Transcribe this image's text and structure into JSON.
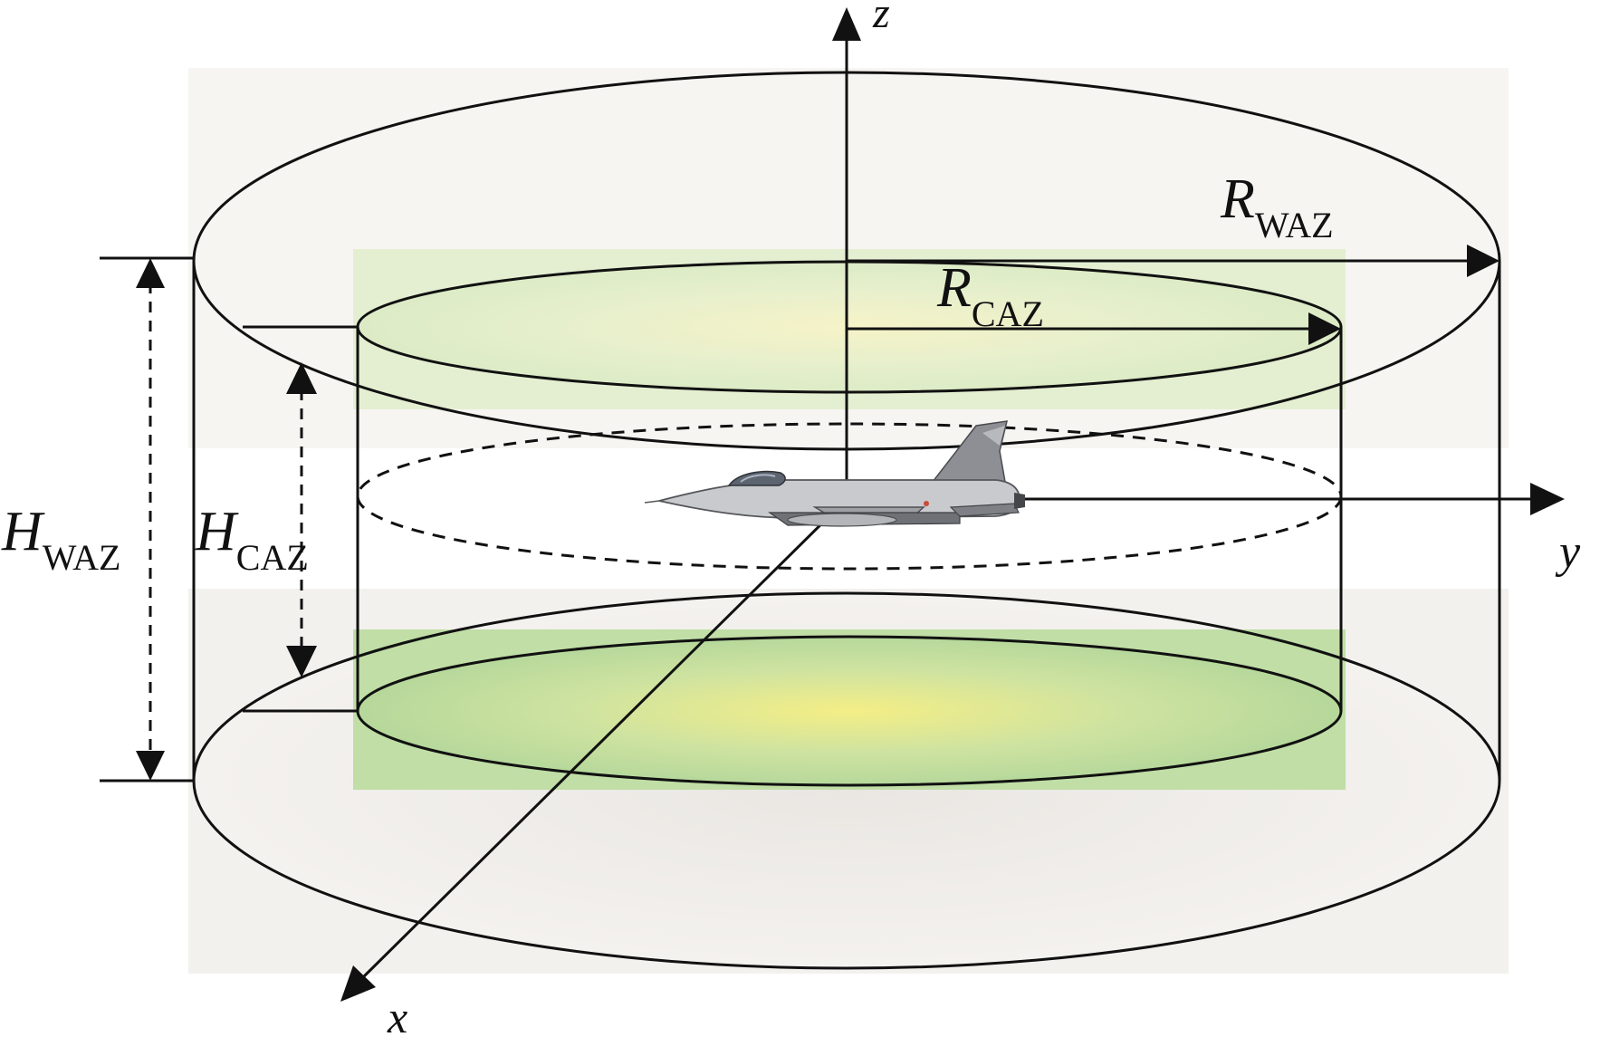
{
  "axes": {
    "x": "x",
    "y": "y",
    "z": "z"
  },
  "labels": {
    "r_waz": {
      "main": "R",
      "sub": "WAZ"
    },
    "r_caz": {
      "main": "R",
      "sub": "CAZ"
    },
    "h_waz": {
      "main": "H",
      "sub": "WAZ"
    },
    "h_caz": {
      "main": "H",
      "sub": "CAZ"
    }
  },
  "icons": {
    "aircraft": "fighter-jet-icon"
  },
  "colors": {
    "line": "#111111",
    "outer_zone_fill": "#f1efec",
    "inner_zone_fill": "#b9dca0",
    "inner_zone_center": "#f2ee8c"
  }
}
